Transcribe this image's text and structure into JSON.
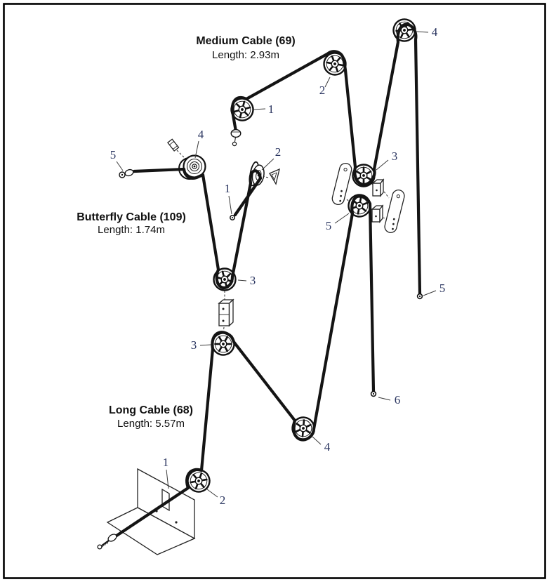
{
  "figure": {
    "description": "Cable routing diagram with pulleys for three gym cables",
    "colors": {
      "background": "#ffffff",
      "line": "#141414",
      "labels": "#2a3560",
      "border": "#000000"
    },
    "cables": {
      "medium": {
        "title": "Medium Cable (69)",
        "length": "Length: 2.93m",
        "labels": {
          "p1": "1",
          "p2": "2",
          "p3": "3",
          "p4": "4",
          "p5": "5"
        }
      },
      "butterfly": {
        "title": "Butterfly Cable (109)",
        "length": "Length: 1.74m",
        "labels": {
          "p1": "1",
          "p2": "2",
          "p3": "3",
          "p4": "4",
          "p5": "5"
        }
      },
      "long": {
        "title": "Long Cable (68)",
        "length": "Length: 5.57m",
        "labels": {
          "p1": "1",
          "p2": "2",
          "p3": "3",
          "p4": "4",
          "p5": "5",
          "p6": "6"
        }
      }
    }
  }
}
